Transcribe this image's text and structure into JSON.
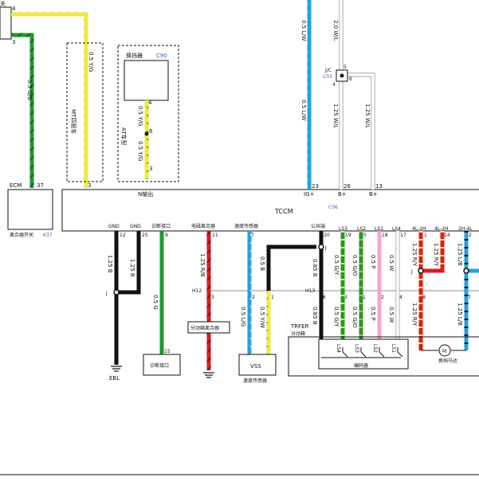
{
  "title": "",
  "colors": {
    "yellow": "#f4ea3c",
    "green": "#1f9a2e",
    "black": "#111111",
    "blue": "#22a3e0",
    "red": "#e01b1b",
    "pink": "#f2a6d8",
    "white": "#ffffff",
    "dots": "#23a04a",
    "ref": "#3a5fb0"
  },
  "top_left": {
    "pin4": "4",
    "pin3": "3",
    "fragment": "关"
  },
  "ecm": {
    "name": "ECM",
    "pin": "37"
  },
  "wires_left": {
    "green_ecm": "0.5 G/B",
    "yellow_mt": "0.5 Y/G",
    "mt_note": "MT四驱车",
    "at_note": "AT车型",
    "at_wire_top": "0.5 Y/G",
    "at_wire_bottom": "0.5 Y/G"
  },
  "shifter": {
    "name": "换挡器",
    "code": "C90",
    "pin4": "4",
    "pin6": "6",
    "pin3": "3"
  },
  "clutch_switch": {
    "name": "离合器开关",
    "code": "K37"
  },
  "pin_n": "3",
  "n_output": "N输出",
  "tccm": {
    "name": "TCCM",
    "code": "C06"
  },
  "top_right": {
    "w1": "0.5 L/W",
    "w2": "2.0 W/L",
    "w3": "0.5 L/W",
    "w4": "1.25 W/L",
    "w5": "1.25 W/L",
    "jc": "J/C",
    "jc_code": "C03",
    "jc_pin5": "5",
    "jc_pin6": "6",
    "jc_pin4": "4",
    "pins": [
      "23",
      "26",
      "13"
    ],
    "pin_labels": [
      "IG+",
      "B+",
      "B+"
    ]
  },
  "bottom": {
    "headers": [
      "GND",
      "GND",
      "诊断接口",
      "电磁离合器",
      "速度传感器",
      "公共端",
      "LS3",
      "LS2",
      "LS1",
      "LS4",
      "4L-2H",
      "4L-2H",
      "2H-4L"
    ],
    "pins_top": [
      "12",
      "25",
      "9",
      "11",
      "7",
      "20",
      "19",
      "5",
      "18",
      "17",
      "1",
      "14",
      "2"
    ],
    "wire_gnd": "1.25 B",
    "wire_gnd2": "1.25 B",
    "wire_diag": "0.5 G",
    "wire_clutch": "1.25 R/B",
    "wire_vss_upper": "0.5 B",
    "wire_common": "0.85 B",
    "wire_ls3": "0.5 G/Y",
    "wire_ls2": "0.5 G/O",
    "wire_ls1": "0.5 P",
    "wire_ls4": "0.5 W",
    "wire_4l1": "1.25 R/Y",
    "wire_4l2": "1.25 R/Y",
    "wire_2h": "1.25 L/B",
    "connector_h12": "H12",
    "connector_h13": "H13",
    "j": "J",
    "pin_h12_3": "3",
    "pin_h12_2": "2",
    "pin_h12_1": "1",
    "wire_vss_l": "0.5 L/G",
    "wire_vss_r": "0.5 Y/W",
    "lower_pins": [
      "6",
      "3",
      "1",
      "2",
      "4",
      "8",
      "7"
    ],
    "wire_common_lo": "0.85 B",
    "wire_ls3_lo": "0.5 G/Y",
    "wire_ls2_lo": "0.5 G/O",
    "wire_ls1_lo": "0.5 P",
    "wire_ls4_lo": "0.5 W",
    "wire_4l_lo": "1.25 R/Y",
    "wire_2h_lo": "1.25 L/B",
    "diag_pin": "15",
    "diag_box": "诊断接口",
    "ebl": "EBL",
    "transfer_clutch": "分动箱离合器",
    "vss_box": "VSS",
    "vss_caption": "速度传感器",
    "trfer": "TRFER",
    "trfer_cn": "分动箱",
    "encoder": "编码器",
    "ls_switches": [
      "LS4",
      "LS3",
      "LS2",
      "LS1"
    ],
    "motor": "M",
    "motor_caption": "换挡马达"
  }
}
